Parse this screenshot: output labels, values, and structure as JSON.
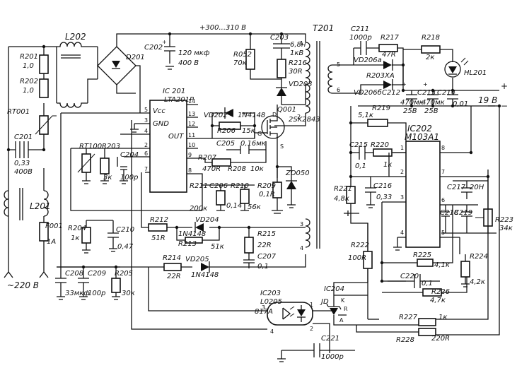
{
  "mains": {
    "voltage": "~220 В"
  },
  "components": {
    "R201": {
      "ref": "R201",
      "value": "1,0"
    },
    "R202": {
      "ref": "R202",
      "value": "1,0"
    },
    "RT001": {
      "ref": "RT001"
    },
    "C201": {
      "ref": "C201",
      "value": "0,33",
      "voltage": "400В"
    },
    "L201": {
      "ref": "L201"
    },
    "L202": {
      "ref": "L202"
    },
    "F001": {
      "ref": "F001",
      "value": "1А"
    },
    "D201": {
      "ref": "D201"
    },
    "C202": {
      "ref": "C202",
      "value": "120 мкф",
      "voltage": "400 В"
    },
    "HV": {
      "label": "+300...310 В"
    },
    "IC201": {
      "ref": "IC 201",
      "part": "LTA201P",
      "pin_vcc": "Vcc",
      "pin_gnd": "GND",
      "pin_out": "OUT"
    },
    "VD202": {
      "ref": "VD202",
      "part": "1N4148"
    },
    "R206": {
      "ref": "R206",
      "value": "15к"
    },
    "Q001": {
      "ref": "Q001",
      "part": "2SK2843",
      "pin_d": "D",
      "pin_s": "S",
      "pin_g": "G"
    },
    "C205": {
      "ref": "C205",
      "value": "0,16мк"
    },
    "R207": {
      "ref": "R207",
      "value": "470R"
    },
    "R208": {
      "ref": "R208",
      "value": "10к"
    },
    "RT100": {
      "ref": "RT100"
    },
    "R203": {
      "ref": "R203",
      "value": "3к"
    },
    "C204": {
      "ref": "C204",
      "value": "100р"
    },
    "R211": {
      "ref": "R211",
      "value": "200к"
    },
    "C206": {
      "ref": "C206",
      "value": "0,14"
    },
    "R210": {
      "ref": "R210",
      "value": "56к"
    },
    "R209": {
      "ref": "R209",
      "value": "0,1R"
    },
    "ZD050": {
      "ref": "ZD050"
    },
    "R052": {
      "ref": "R052",
      "value": "70к"
    },
    "C203": {
      "ref": "C203",
      "value": "6,8н",
      "voltage": "1кВ"
    },
    "R216": {
      "ref": "R216",
      "value": "30R"
    },
    "VD203": {
      "ref": "VD203"
    },
    "T201": {
      "ref": "T201"
    },
    "R204": {
      "ref": "R204",
      "value": "1к"
    },
    "C210": {
      "ref": "C210",
      "value": "0,47"
    },
    "R212": {
      "ref": "R212",
      "value": "51R"
    },
    "VD204": {
      "ref": "VD204",
      "part": "1N4148"
    },
    "R213": {
      "ref": "R213",
      "value": "51к"
    },
    "R215": {
      "ref": "R215",
      "value": "22R"
    },
    "C207": {
      "ref": "C207",
      "value": "0,1"
    },
    "R214": {
      "ref": "R214",
      "value": "22R"
    },
    "VD205": {
      "ref": "VD205",
      "part": "1N4148"
    },
    "C208": {
      "ref": "C208",
      "value": "33мкф"
    },
    "C209": {
      "ref": "C209",
      "value": "100р"
    },
    "R205": {
      "ref": "R205",
      "value": "30к"
    },
    "IC203": {
      "ref": "IC203",
      "part": "L0205",
      "alt": "817A"
    },
    "IC204": {
      "ref": "IC204",
      "part": "JD",
      "pin_k": "K",
      "pin_r": "R",
      "pin_a": "A"
    },
    "C221": {
      "ref": "C221",
      "value": "1000р"
    },
    "C211": {
      "ref": "C211",
      "value": "1000р"
    },
    "R217": {
      "ref": "R217",
      "value": "47R"
    },
    "R218": {
      "ref": "R218",
      "value": "2к"
    },
    "VD206a": {
      "ref": "VD206а"
    },
    "VD206b": {
      "ref": "VD206б"
    },
    "R203XA": {
      "ref": "R203ХА"
    },
    "HL201": {
      "ref": "HL201"
    },
    "C212": {
      "ref": "C212",
      "value": "470мк",
      "voltage": "25В"
    },
    "C213": {
      "ref": "C213",
      "value": "470мк",
      "voltage": "25В"
    },
    "C214": {
      "ref": "C214",
      "value": "0,01"
    },
    "OUT": {
      "label": "19 В",
      "plus": "+",
      "minus": "−"
    },
    "R219": {
      "ref": "R219",
      "value": "5,1к"
    },
    "IC202": {
      "ref": "IC202",
      "part": "M103A1"
    },
    "C215": {
      "ref": "C215",
      "value": "0,1"
    },
    "R220": {
      "ref": "R220",
      "value": "1к"
    },
    "R221": {
      "ref": "R221",
      "value": "4,8к"
    },
    "C216": {
      "ref": "C216",
      "value": "0,33"
    },
    "C217": {
      "ref": "C217",
      "value": "20Н"
    },
    "C218": {
      "ref": "C218"
    },
    "C219": {
      "ref": "C219"
    },
    "R223": {
      "ref": "R223",
      "value": "34к"
    },
    "R224": {
      "ref": "R224",
      "value": "4,2к"
    },
    "R225": {
      "ref": "R225",
      "value": "4,1к"
    },
    "R222": {
      "ref": "R222",
      "value": "100R"
    },
    "C220": {
      "ref": "C220",
      "value": "0,1"
    },
    "R226": {
      "ref": "R226",
      "value": "4,7к"
    },
    "R227": {
      "ref": "R227",
      "value": "1к"
    },
    "R228": {
      "ref": "R228",
      "value": "220R"
    }
  },
  "pins": {
    "ic201_left": [
      "5",
      "3",
      "4",
      "2",
      "6",
      "7"
    ],
    "ic201_right": [
      "14",
      "13",
      "12",
      "11",
      "10",
      "9",
      "8"
    ],
    "ic202_left": [
      "1",
      "2",
      "3",
      "4"
    ],
    "ic202_right": [
      "8",
      "7",
      "6",
      "5"
    ],
    "t201_primary": [
      "1",
      "2"
    ],
    "t201_aux": [
      "3",
      "4"
    ],
    "t201_secondary": [
      "5",
      "6"
    ],
    "ic203": [
      "1",
      "2",
      "3",
      "4"
    ]
  }
}
